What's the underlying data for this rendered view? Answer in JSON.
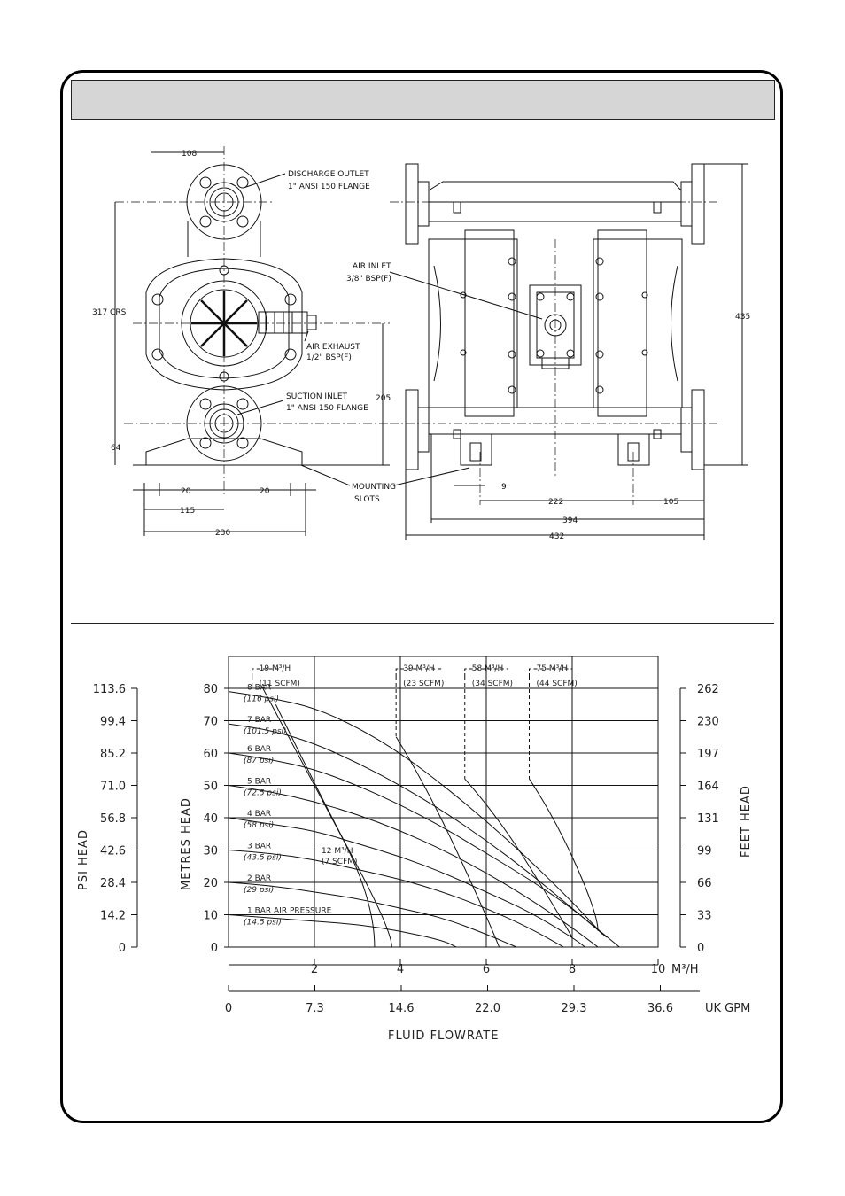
{
  "drawing": {
    "dims": {
      "d108": "108",
      "d317": "317 CRS",
      "d205": "205",
      "d64": "64",
      "d20a": "20",
      "d20b": "20",
      "d115": "115",
      "d230": "230",
      "d9": "9",
      "d222": "222",
      "d105": "105",
      "d394": "394",
      "d432": "432",
      "d435": "435"
    },
    "callouts": {
      "discharge_1": "DISCHARGE OUTLET",
      "discharge_2": "1\" ANSI 150 FLANGE",
      "air_exhaust_1": "AIR EXHAUST",
      "air_exhaust_2": "1/2\" BSP(F)",
      "suction_1": "SUCTION INLET",
      "suction_2": "1\" ANSI 150 FLANGE",
      "air_inlet_1": "AIR INLET",
      "air_inlet_2": "3/8\" BSP(F)",
      "mounting_1": "MOUNTING",
      "mounting_2": "SLOTS"
    }
  },
  "chart_data": {
    "type": "line",
    "xlabel": "FLUID FLOWRATE",
    "x_unit": "M³/H",
    "x2_unit": "UK GPM",
    "ylabel_left": "PSI HEAD",
    "ylabel_metres": "METRES HEAD",
    "ylabel_right": "FEET HEAD",
    "xlim": [
      0,
      10
    ],
    "ylim": [
      0,
      80
    ],
    "grid": true,
    "x_ticks": [
      "2",
      "4",
      "6",
      "8",
      "10"
    ],
    "x2_ticks": [
      "0",
      "7.3",
      "14.6",
      "22.0",
      "29.3",
      "36.6"
    ],
    "y_ticks_metres": [
      "0",
      "10",
      "20",
      "30",
      "40",
      "50",
      "60",
      "70",
      "80"
    ],
    "y_ticks_psi": [
      "0",
      "14.2",
      "28.4",
      "42.6",
      "56.8",
      "71.0",
      "85.2",
      "99.4",
      "113.6"
    ],
    "y_ticks_feet": [
      "0",
      "33",
      "66",
      "99",
      "131",
      "164",
      "197",
      "230",
      "262"
    ],
    "series": [
      {
        "name": "8 BAR",
        "sub": "(116 psi)",
        "x": [
          0,
          1,
          2,
          3,
          4,
          5,
          6,
          7,
          8,
          8.7
        ],
        "y": [
          79,
          77,
          74,
          68,
          60,
          50,
          39,
          27,
          14,
          4
        ]
      },
      {
        "name": "7 BAR",
        "sub": "(101.5 psi)",
        "x": [
          0,
          1,
          2,
          3,
          4,
          5,
          6,
          7,
          8,
          8.8
        ],
        "y": [
          69,
          67,
          63,
          57,
          50,
          42,
          33,
          23,
          12,
          3
        ]
      },
      {
        "name": "6 BAR",
        "sub": "(87 psi)",
        "x": [
          0,
          1,
          2,
          3,
          4,
          5,
          6,
          7,
          8,
          9.1
        ],
        "y": [
          60,
          58,
          55,
          50,
          44,
          37,
          29,
          21,
          12,
          0
        ]
      },
      {
        "name": "5 BAR",
        "sub": "(72.5 psi)",
        "x": [
          0,
          1,
          2,
          3,
          4,
          5,
          6,
          7,
          8,
          8.6
        ],
        "y": [
          50,
          48,
          45,
          41,
          36,
          30,
          23,
          15,
          6,
          0
        ]
      },
      {
        "name": "4 BAR",
        "sub": "(58 psi)",
        "x": [
          0,
          1,
          2,
          3,
          4,
          5,
          6,
          7,
          8,
          8.3
        ],
        "y": [
          40,
          38,
          36,
          32,
          28,
          23,
          17,
          11,
          3,
          0
        ]
      },
      {
        "name": "3 BAR",
        "sub": "(43.5 psi)",
        "x": [
          0,
          1,
          2,
          3,
          4,
          5,
          6,
          7,
          7.8
        ],
        "y": [
          30,
          29,
          27,
          24,
          21,
          17,
          12,
          6,
          0
        ]
      },
      {
        "name": "2 BAR",
        "sub": "(29 psi)",
        "x": [
          0,
          1,
          2,
          3,
          4,
          5,
          6,
          6.7
        ],
        "y": [
          20,
          19,
          17,
          15,
          12,
          9,
          4,
          0
        ]
      },
      {
        "name": "1 BAR AIR PRESSURE",
        "sub": "(14.5 psi)",
        "x": [
          0,
          1,
          2,
          3,
          4,
          5,
          5.3
        ],
        "y": [
          10,
          9,
          8,
          7,
          5,
          2,
          0
        ]
      }
    ],
    "air_consumption": [
      {
        "label": "19 M³/H",
        "sub": "(11 SCFM)"
      },
      {
        "label": "39 M³/H",
        "sub": "(23 SCFM)"
      },
      {
        "label": "58 M³/H",
        "sub": "(34 SCFM)"
      },
      {
        "label": "75 M³/H",
        "sub": "(44 SCFM)"
      },
      {
        "label": "12 M³/H",
        "sub": "(7 SCFM)"
      }
    ]
  }
}
